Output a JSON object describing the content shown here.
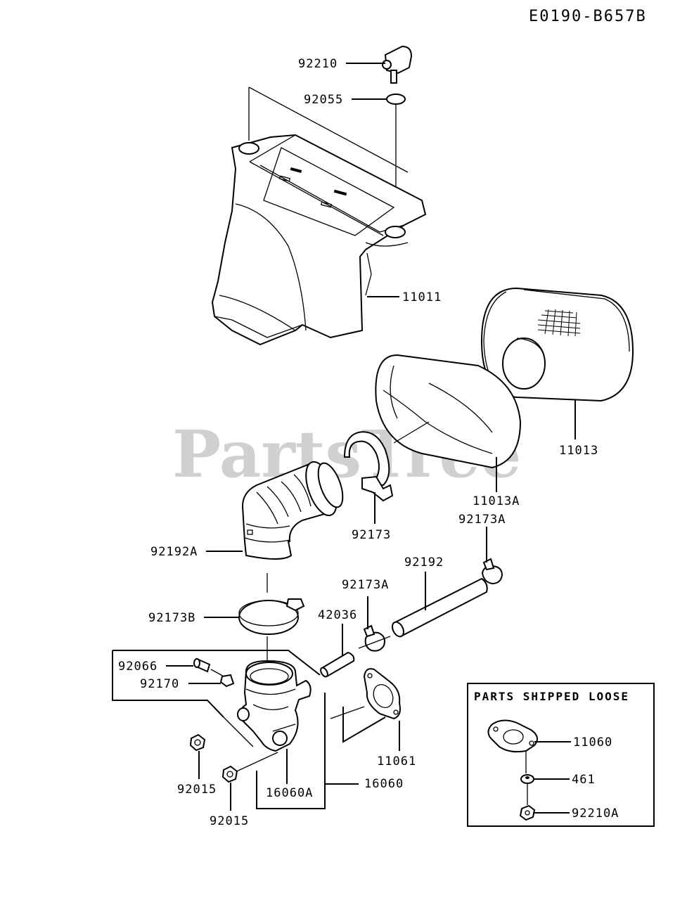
{
  "diagram_code": "E0190-B657B",
  "watermark": "PartsTree",
  "watermark_tm": "™",
  "labels": {
    "p92210": "92210",
    "p92055": "92055",
    "p11011": "11011",
    "p11013": "11013",
    "p11013A": "11013A",
    "p92173": "92173",
    "p92173A_top": "92173A",
    "p92192A": "92192A",
    "p92192": "92192",
    "p92173A_mid": "92173A",
    "p92173B": "92173B",
    "p42036": "42036",
    "p92066": "92066",
    "p92170": "92170",
    "p11061": "11061",
    "p92015_a": "92015",
    "p92015_b": "92015",
    "p16060A": "16060A",
    "p16060": "16060"
  },
  "loose_box": {
    "title": "PARTS SHIPPED LOOSE",
    "p11060": "11060",
    "p461": "461",
    "p92210A": "92210A"
  }
}
